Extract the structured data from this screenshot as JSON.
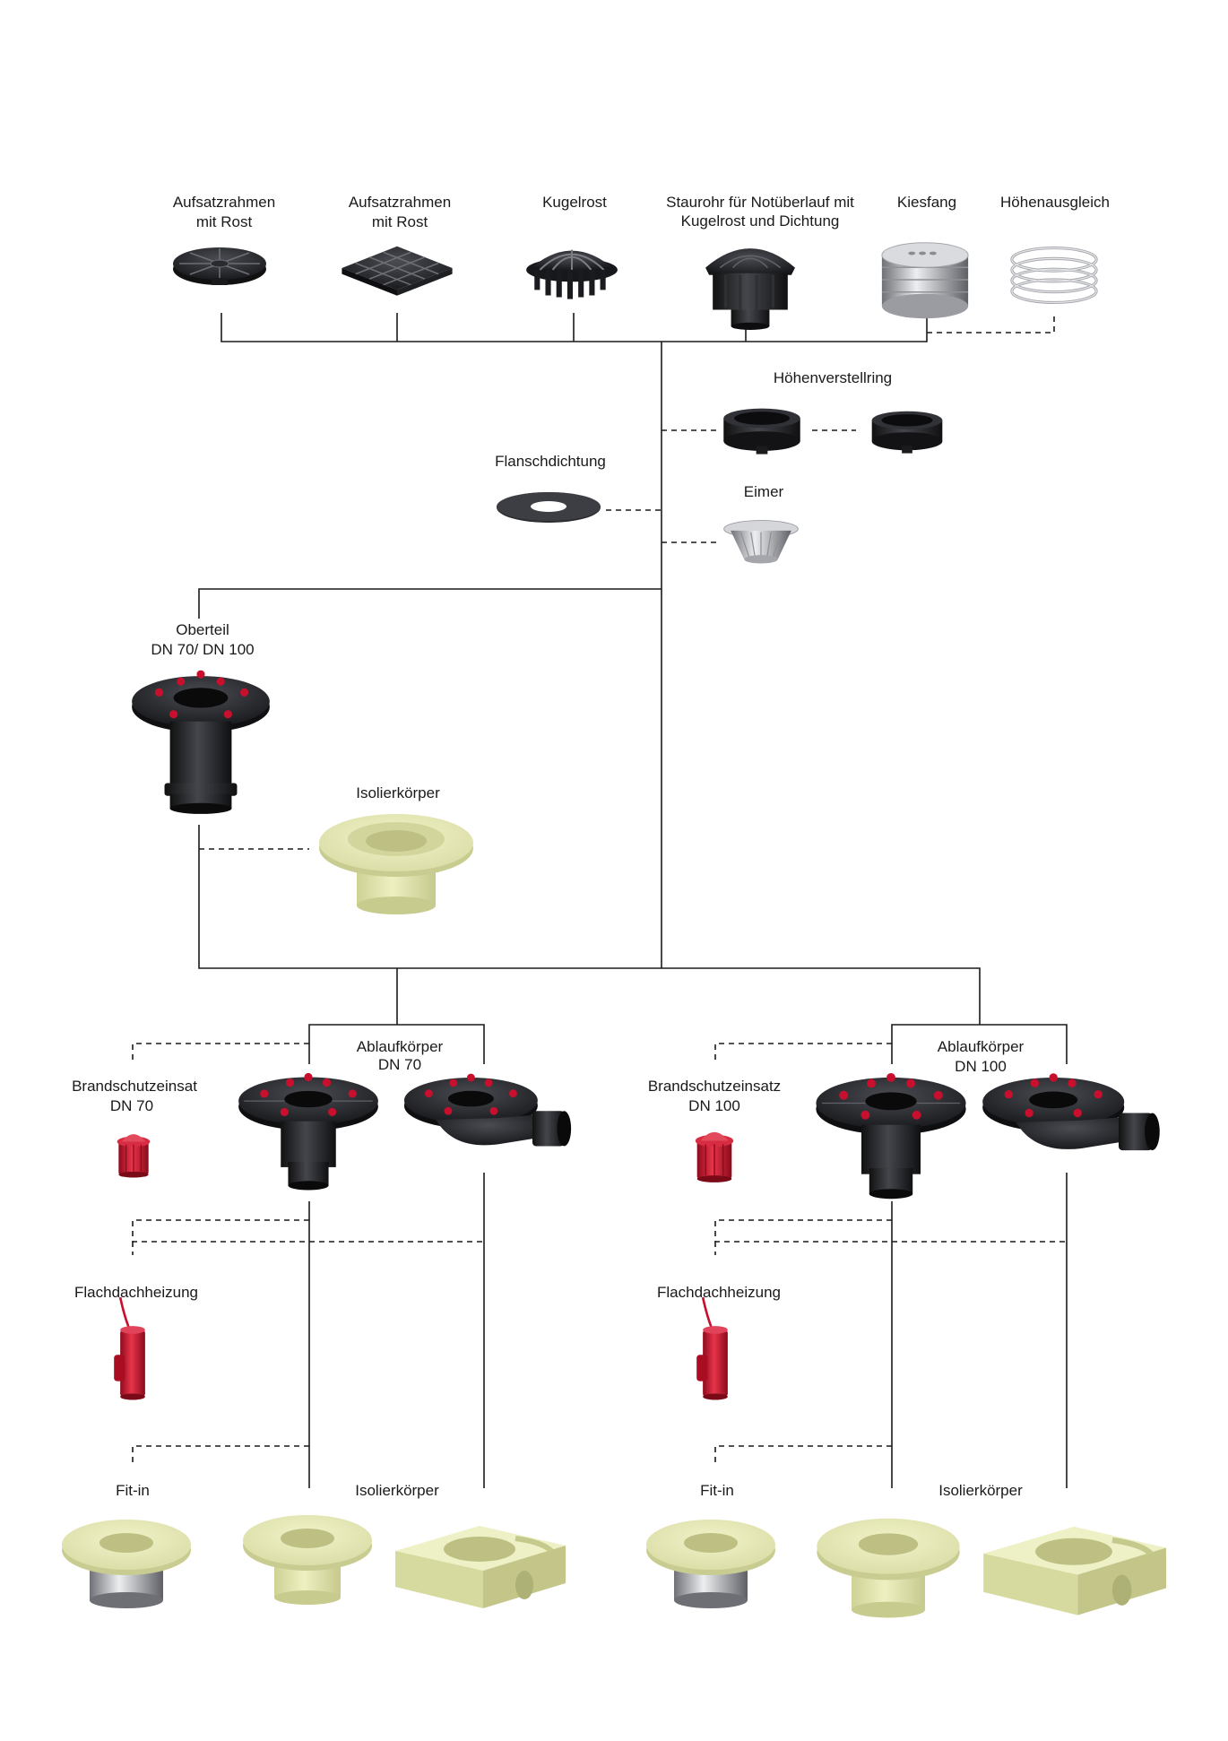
{
  "colors": {
    "black_part": "#1c1c1e",
    "insulation": "#e6e8b4",
    "red_part": "#c8102e",
    "metal": "#c9cbcf",
    "line": "#1a1a1a"
  },
  "labels": {
    "aufsatz_rund_1": "Aufsatzrahmen",
    "aufsatz_rund_2": "mit Rost",
    "aufsatz_eckig_1": "Aufsatzrahmen",
    "aufsatz_eckig_2": "mit Rost",
    "kugelrost": "Kugelrost",
    "staurohr_1": "Staurohr für Notüberlauf mit",
    "staurohr_2": "Kugelrost und Dichtung",
    "kiesfang": "Kiesfang",
    "hoehenausgleich": "Höhenausgleich",
    "hoehenverstellring": "Höhenverstellring",
    "flanschdichtung": "Flanschdichtung",
    "eimer": "Eimer",
    "oberteil_1": "Oberteil",
    "oberteil_2": "DN 70/ DN 100",
    "isolierkoerper_top": "Isolierkörper",
    "ablauf_70_1": "Ablaufkörper",
    "ablauf_70_2": "DN 70",
    "ablauf_100_1": "Ablaufkörper",
    "ablauf_100_2": "DN 100",
    "brand_70_1": "Brandschutzeinsat",
    "brand_70_2": "DN 70",
    "brand_100_1": "Brandschutzeinsatz",
    "brand_100_2": "DN 100",
    "flachdach_70": "Flachdachheizung",
    "flachdach_100": "Flachdachheizung",
    "fitin_70": "Fit-in",
    "fitin_100": "Fit-in",
    "isolier_70": "Isolierkörper",
    "isolier_100": "Isolierkörper"
  },
  "icons": {
    "round_grate": "round-grate-frame-icon",
    "square_grate": "square-grate-frame-icon",
    "dome_grate": "dome-grate-icon",
    "standpipe": "overflow-standpipe-icon",
    "gravel_guard": "gravel-guard-icon",
    "height_ring": "height-compensation-ring-icon",
    "adjust_ring": "height-adjustment-ring-icon",
    "flange_seal": "flange-seal-icon",
    "bucket": "dirt-bucket-icon",
    "upper_part": "upper-part-drain-icon",
    "insulation": "insulation-body-icon",
    "drain_body": "drain-body-icon",
    "fire_insert": "fire-protection-insert-icon",
    "heating": "flat-roof-heating-icon",
    "fitin": "fit-in-icon"
  }
}
